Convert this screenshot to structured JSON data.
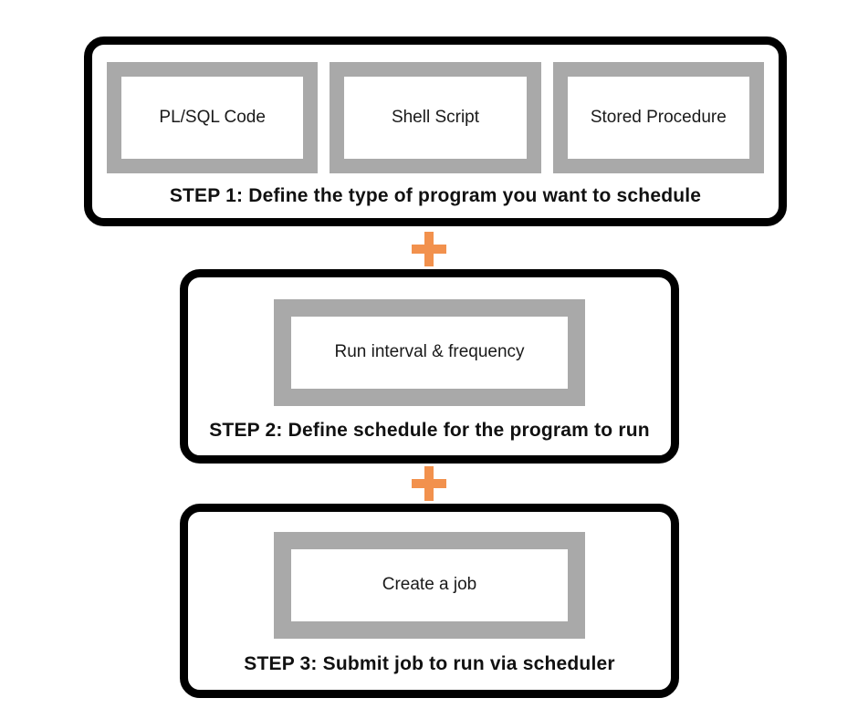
{
  "colors": {
    "panel-border": "#000000",
    "frame-gray": "#A9A9A9",
    "plus-orange": "#F2914D",
    "text": "#1a1a1a"
  },
  "steps": [
    {
      "caption": "STEP 1: Define the type of program you want to schedule",
      "boxes": [
        {
          "label": "PL/SQL Code"
        },
        {
          "label": "Shell Script"
        },
        {
          "label": "Stored Procedure"
        }
      ]
    },
    {
      "caption": "STEP 2: Define schedule for the program to run",
      "boxes": [
        {
          "label": "Run interval & frequency"
        }
      ]
    },
    {
      "caption": "STEP 3: Submit job to run via scheduler",
      "boxes": [
        {
          "label": "Create a job"
        }
      ]
    }
  ],
  "connectors": [
    {
      "icon": "plus-icon"
    },
    {
      "icon": "plus-icon"
    }
  ]
}
